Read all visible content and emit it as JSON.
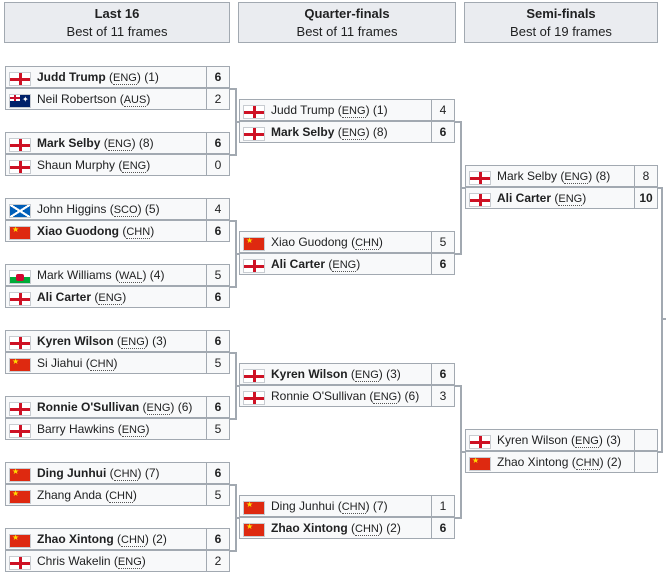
{
  "rounds": [
    {
      "title": "Last 16",
      "subtitle": "Best of 11 frames"
    },
    {
      "title": "Quarter-finals",
      "subtitle": "Best of 11 frames"
    },
    {
      "title": "Semi-finals",
      "subtitle": "Best of 19 frames"
    }
  ],
  "last16": [
    {
      "name": "Judd Trump",
      "nat": "ENG",
      "seed": "(1)",
      "score": "6",
      "flag": "eng",
      "winner": true
    },
    {
      "name": "Neil Robertson",
      "nat": "AUS",
      "seed": "",
      "score": "2",
      "flag": "aus",
      "winner": false
    },
    {
      "name": "Mark Selby",
      "nat": "ENG",
      "seed": "(8)",
      "score": "6",
      "flag": "eng",
      "winner": true
    },
    {
      "name": "Shaun Murphy",
      "nat": "ENG",
      "seed": "",
      "score": "0",
      "flag": "eng",
      "winner": false
    },
    {
      "name": "John Higgins",
      "nat": "SCO",
      "seed": "(5)",
      "score": "4",
      "flag": "sco",
      "winner": false
    },
    {
      "name": "Xiao Guodong",
      "nat": "CHN",
      "seed": "",
      "score": "6",
      "flag": "chn",
      "winner": true
    },
    {
      "name": "Mark Williams",
      "nat": "WAL",
      "seed": "(4)",
      "score": "5",
      "flag": "wal",
      "winner": false
    },
    {
      "name": "Ali Carter",
      "nat": "ENG",
      "seed": "",
      "score": "6",
      "flag": "eng",
      "winner": true
    },
    {
      "name": "Kyren Wilson",
      "nat": "ENG",
      "seed": "(3)",
      "score": "6",
      "flag": "eng",
      "winner": true
    },
    {
      "name": "Si Jiahui",
      "nat": "CHN",
      "seed": "",
      "score": "5",
      "flag": "chn",
      "winner": false
    },
    {
      "name": "Ronnie O'Sullivan",
      "nat": "ENG",
      "seed": "(6)",
      "score": "6",
      "flag": "eng",
      "winner": true
    },
    {
      "name": "Barry Hawkins",
      "nat": "ENG",
      "seed": "",
      "score": "5",
      "flag": "eng",
      "winner": false
    },
    {
      "name": "Ding Junhui",
      "nat": "CHN",
      "seed": "(7)",
      "score": "6",
      "flag": "chn",
      "winner": true
    },
    {
      "name": "Zhang Anda",
      "nat": "CHN",
      "seed": "",
      "score": "5",
      "flag": "chn",
      "winner": false
    },
    {
      "name": "Zhao Xintong",
      "nat": "CHN",
      "seed": "(2)",
      "score": "6",
      "flag": "chn",
      "winner": true
    },
    {
      "name": "Chris Wakelin",
      "nat": "ENG",
      "seed": "",
      "score": "2",
      "flag": "eng",
      "winner": false
    }
  ],
  "quarterfinals": [
    {
      "name": "Judd Trump",
      "nat": "ENG",
      "seed": "(1)",
      "score": "4",
      "flag": "eng",
      "winner": false
    },
    {
      "name": "Mark Selby",
      "nat": "ENG",
      "seed": "(8)",
      "score": "6",
      "flag": "eng",
      "winner": true
    },
    {
      "name": "Xiao Guodong",
      "nat": "CHN",
      "seed": "",
      "score": "5",
      "flag": "chn",
      "winner": false
    },
    {
      "name": "Ali Carter",
      "nat": "ENG",
      "seed": "",
      "score": "6",
      "flag": "eng",
      "winner": true
    },
    {
      "name": "Kyren Wilson",
      "nat": "ENG",
      "seed": "(3)",
      "score": "6",
      "flag": "eng",
      "winner": true
    },
    {
      "name": "Ronnie O'Sullivan",
      "nat": "ENG",
      "seed": "(6)",
      "score": "3",
      "flag": "eng",
      "winner": false
    },
    {
      "name": "Ding Junhui",
      "nat": "CHN",
      "seed": "(7)",
      "score": "1",
      "flag": "chn",
      "winner": false
    },
    {
      "name": "Zhao Xintong",
      "nat": "CHN",
      "seed": "(2)",
      "score": "6",
      "flag": "chn",
      "winner": true
    }
  ],
  "semifinals": [
    {
      "name": "Mark Selby",
      "nat": "ENG",
      "seed": "(8)",
      "score": "8",
      "flag": "eng",
      "winner": false
    },
    {
      "name": "Ali Carter",
      "nat": "ENG",
      "seed": "",
      "score": "10",
      "flag": "eng",
      "winner": true
    },
    {
      "name": "Kyren Wilson",
      "nat": "ENG",
      "seed": "(3)",
      "score": "",
      "flag": "eng",
      "winner": false
    },
    {
      "name": "Zhao Xintong",
      "nat": "CHN",
      "seed": "(2)",
      "score": "",
      "flag": "chn",
      "winner": false
    }
  ]
}
